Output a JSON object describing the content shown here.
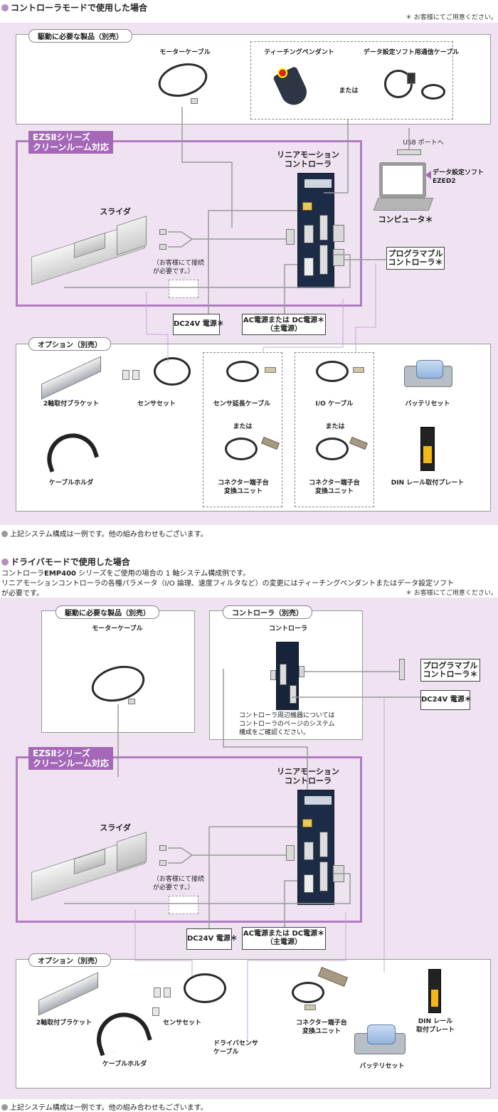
{
  "s1": {
    "title": "コントローラモードで使用した場合",
    "note_top": "＊ お客様にてご用意ください。",
    "req_tab": "駆動に必要な製品（別売）",
    "motor_cable": "モーターケーブル",
    "teaching_pendant": "ティーチングペンダント",
    "or": "または",
    "comm_cable": "データ設定ソフト用通信ケーブル",
    "usb": "USB ポートへ",
    "software": "データ設定ソフト",
    "software_name": "EZED2",
    "computer": "コンピュータ＊",
    "series_line1": "EZSⅡシリーズ",
    "series_line2": "クリーンルーム対応",
    "controller_line1": "リニアモーション",
    "controller_line2": "コントローラ",
    "slider": "スライダ",
    "conn_note_line1": "（お客様にて接続",
    "conn_note_line2": "が必要です。）",
    "plc_line1": "プログラマブル",
    "plc_line2": "コントローラ＊",
    "dc24": "DC24V 電源＊",
    "ac_line1": "AC電源または DC電源＊",
    "ac_line2": "（主電源）",
    "opt_tab": "オプション（別売）",
    "bracket": "2軸取付ブラケット",
    "sensor_set": "センサセット",
    "sensor_ext": "センサ延長ケーブル",
    "io_cable": "I/O ケーブル",
    "battery": "バッテリセット",
    "or_a": "または",
    "or_b": "または",
    "cable_holder": "ケーブルホルダ",
    "terminal_line1": "コネクター端子台",
    "terminal_line2": "変換ユニット",
    "din": "DIN レール取付プレート",
    "footer": "上記システム構成は一例です。他の組み合わせもございます。"
  },
  "s2": {
    "title": "ドライバモードで使用した場合",
    "desc1_pre": "コントローラ",
    "desc1_bold": "EMP400",
    "desc1_post": " シリーズをご使用の場合の 1 軸システム構成例です。",
    "desc2": "リニアモーションコントローラの各種パラメータ（I/O 論理、速度フィルタなど）の変更にはティーチングペンダントまたはデータ設定ソフト",
    "desc3": "が必要です。",
    "note_top": "＊ お客様にてご用意ください。",
    "req_tab": "駆動に必要な製品（別売）",
    "motor_cable": "モーターケーブル",
    "ctrl_tab": "コントローラ（別売）",
    "controller": "コントローラ",
    "ctrl_note1": "コントローラ周辺機器については",
    "ctrl_note2": "コントローラのページのシステム",
    "ctrl_note3": "構成をご確認ください。",
    "plc_line1": "プログラマブル",
    "plc_line2": "コントローラ＊",
    "dc24_top": "DC24V 電源＊",
    "series_line1": "EZSⅡシリーズ",
    "series_line2": "クリーンルーム対応",
    "controller_line1": "リニアモーション",
    "controller_line2": "コントローラ",
    "slider": "スライダ",
    "conn_note_line1": "（お客様にて接続",
    "conn_note_line2": "が必要です。）",
    "dc24": "DC24V 電源＊",
    "ac_line1": "AC電源または DC電源＊",
    "ac_line2": "（主電源）",
    "opt_tab": "オプション（別売）",
    "bracket": "2軸取付ブラケット",
    "sensor_set": "センサセット",
    "driver_sensor_line1": "ドライバセンサ",
    "driver_sensor_line2": "ケーブル",
    "terminal_line1": "コネクター端子台",
    "terminal_line2": "変換ユニット",
    "din_line1": "DIN レール",
    "din_line2": "取付プレート",
    "cable_holder": "ケーブルホルダ",
    "battery": "バッテリセット",
    "footer": "上記システム構成は一例です。他の組み合わせもございます。"
  }
}
